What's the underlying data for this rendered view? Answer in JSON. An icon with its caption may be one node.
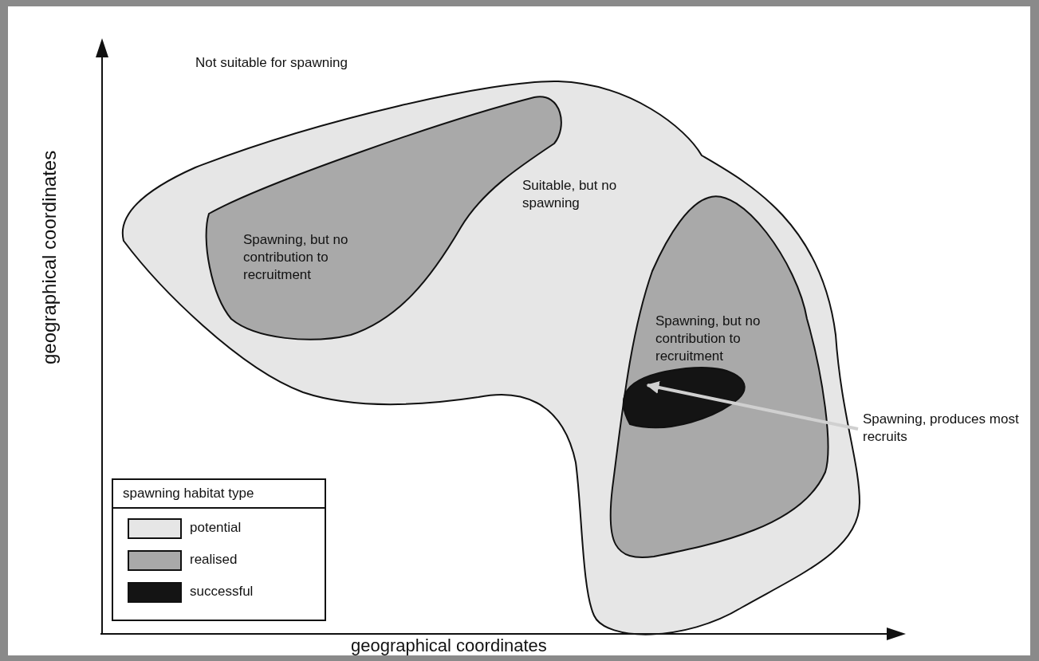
{
  "diagram": {
    "nodes": [
      {
        "text": [
          "Suitable, but no spawning"
        ]
      },
      {
        "text": [
          "Spawning, but no contribution to recruitment"
        ],
        "in": 0
      },
      {
        "text": [
          "Spawning, but no contribution to recruitment"
        ],
        "in": 0
      },
      {
        "text": [],
        "shape": "blob",
        "in": 2
      },
      {
        "text": [
          "Spawning, produces most recruits"
        ]
      }
    ],
    "edges": [
      {
        "from": 4,
        "to": 3,
        "arrow": "to"
      }
    ],
    "labels": [
      "Not suitable for spawning",
      "geographical coordinates",
      "spawning habitat type",
      "geographical coordinates"
    ],
    "legend": [
      {
        "text": "potential",
        "color": "#e6e6e6"
      },
      {
        "text": "realised",
        "color": "#a9a9a9"
      },
      {
        "text": "successful",
        "color": "#141414"
      }
    ]
  }
}
